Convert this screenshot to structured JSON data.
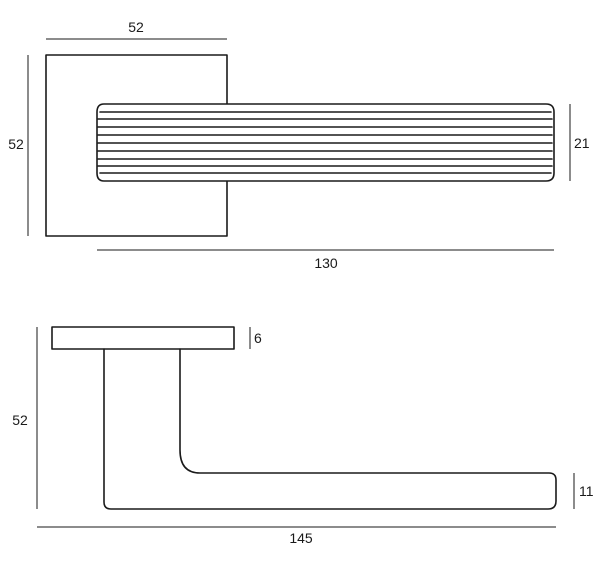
{
  "top_view": {
    "rose_width_label": "52",
    "rose_height_label": "52",
    "lever_height_label": "21",
    "lever_length_label": "130"
  },
  "side_view": {
    "rose_thickness_label": "6",
    "height_label": "52",
    "lever_end_thickness_label": "11",
    "overall_length_label": "145"
  }
}
